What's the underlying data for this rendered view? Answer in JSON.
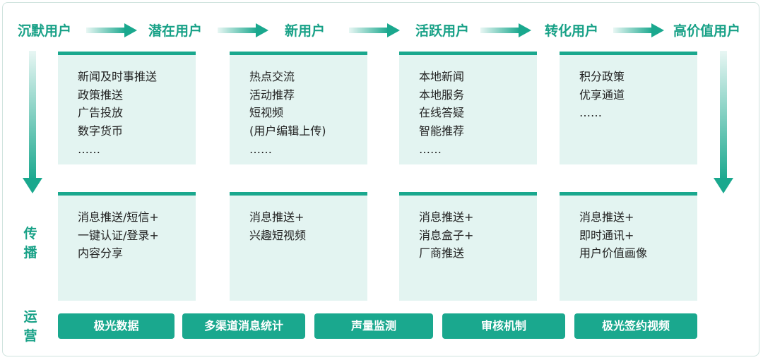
{
  "stages": [
    "沉默用户",
    "潜在用户",
    "新用户",
    "活跃用户",
    "转化用户",
    "高价值用户"
  ],
  "content_cards": [
    [
      "新闻及时事推送",
      "政策推送",
      "广告投放",
      "数字货币",
      "……"
    ],
    [
      "热点交流",
      "活动推荐",
      "短视频",
      "(用户编辑上传)",
      "……"
    ],
    [
      "本地新闻",
      "本地服务",
      "在线答疑",
      "智能推荐",
      "……"
    ],
    [
      "积分政策",
      "优享通道",
      "……"
    ]
  ],
  "spread_label": [
    "传",
    "播"
  ],
  "spread_cards": [
    [
      "消息推送/短信+",
      "一键认证/登录+",
      "内容分享"
    ],
    [
      "消息推送+",
      "兴趣短视频"
    ],
    [
      "消息推送+",
      "消息盒子+",
      "厂商推送"
    ],
    [
      "消息推送+",
      "即时通讯+",
      "用户价值画像"
    ]
  ],
  "ops_label": [
    "运",
    "营"
  ],
  "ops_items": [
    "极光数据",
    "多渠道消息统计",
    "声量监测",
    "审核机制",
    "极光签约视频"
  ],
  "colors": {
    "accent": "#1aa88e",
    "text_accent": "#18a187",
    "card_bg": "#e3f4f1"
  }
}
